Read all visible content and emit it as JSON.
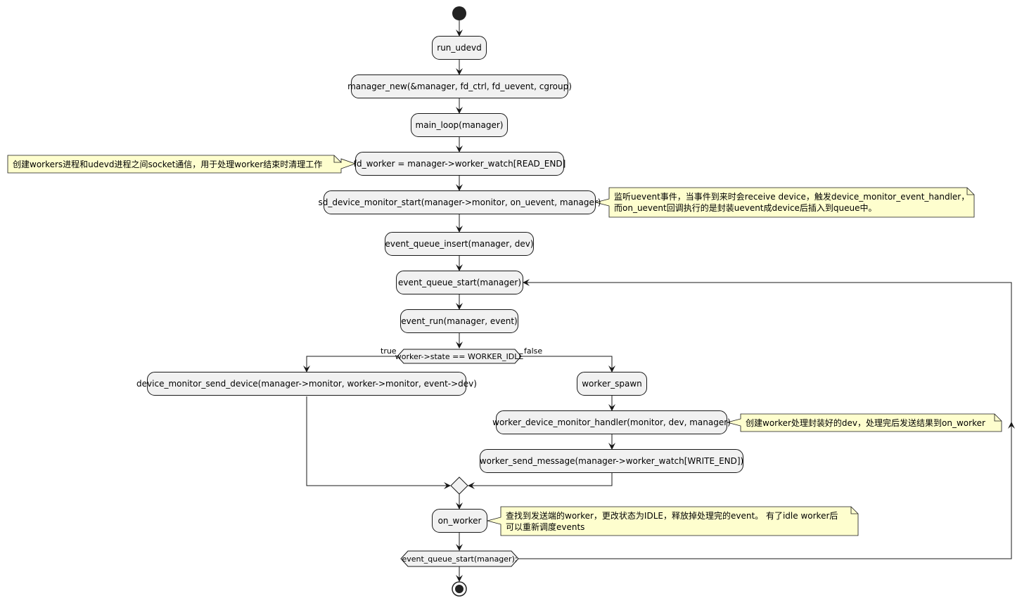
{
  "activities": {
    "run_udevd": "run_udevd",
    "manager_new": "manager_new(&manager, fd_ctrl, fd_uevent, cgroup)",
    "main_loop": "main_loop(manager)",
    "fd_worker": "fd_worker = manager->worker_watch[READ_END]",
    "sd_device_monitor_start": "sd_device_monitor_start(manager->monitor, on_uevent, manager)",
    "event_queue_insert": "event_queue_insert(manager, dev)",
    "event_queue_start": "event_queue_start(manager)",
    "event_run": "event_run(manager, event)",
    "device_monitor_send_device": "device_monitor_send_device(manager->monitor, worker->monitor, event->dev)",
    "worker_spawn": "worker_spawn",
    "worker_device_monitor_handler": "worker_device_monitor_handler(monitor, dev, manager)",
    "worker_send_message": "worker_send_message(manager->worker_watch[WRITE_END])",
    "on_worker": "on_worker"
  },
  "decision": {
    "condition": "worker->state == WORKER_IDLE",
    "true_label": "true",
    "false_label": "false"
  },
  "loop_condition": "event_queue_start(manager);",
  "notes": {
    "fd_worker": "创建workers进程和udevd进程之间socket通信，用于处理worker结束时清理工作",
    "monitor_line1": "监听uevent事件，当事件到来时会receive device，触发device_monitor_event_handler，",
    "monitor_line2": "而on_uevent回调执行的是封装uevent成device后插入到queue中。",
    "worker_handler": "创建worker处理封装好的dev，处理完后发送结果到on_worker",
    "on_worker_line1": "查找到发送端的worker，更改状态为IDLE，释放掉处理完的event。 有了idle worker后",
    "on_worker_line2": "可以重新调度events"
  },
  "colors": {
    "activity_fill": "#f1f1f1",
    "note_fill": "#fefece",
    "line": "#181818",
    "node": "#222222"
  }
}
